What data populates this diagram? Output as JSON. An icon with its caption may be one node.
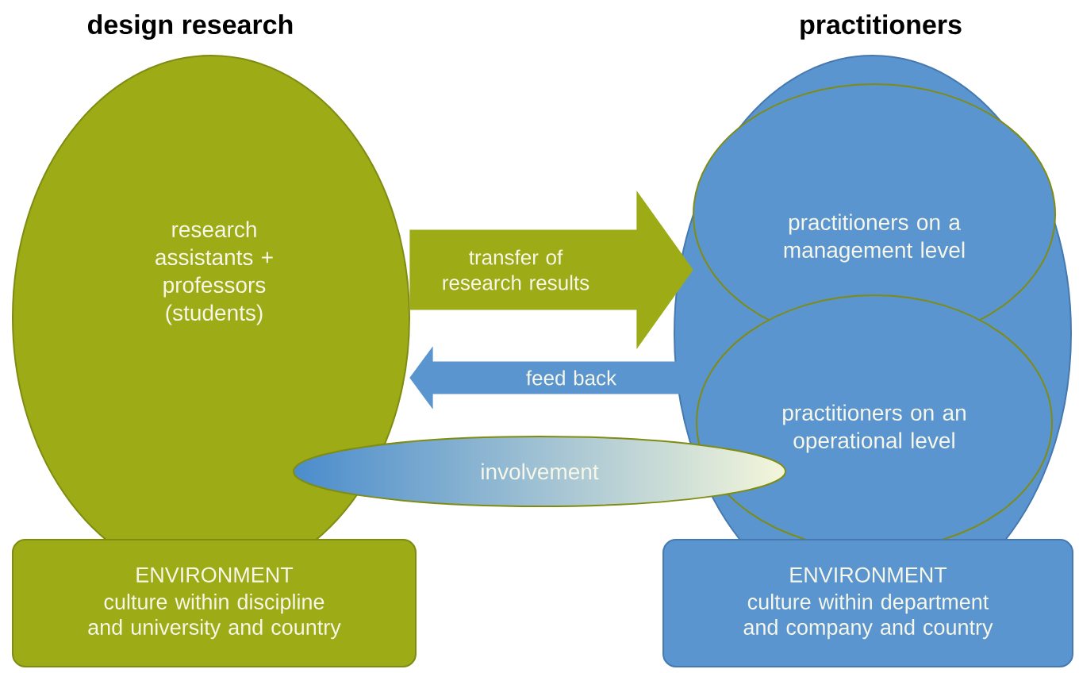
{
  "diagram": {
    "nodes": [
      {
        "text": [
          "design research",
          "research assistants + professors (students)"
        ]
      },
      {
        "text": [
          "practitioners"
        ]
      },
      {
        "text": [
          "practitioners on a management level"
        ],
        "in": 1
      },
      {
        "text": [
          "practitioners on an operational level"
        ],
        "in": 1
      },
      {
        "text": [
          "involvement"
        ]
      },
      {
        "text": [
          "ENVIRONMENT",
          "culture within discipline and university and country"
        ]
      },
      {
        "text": [
          "ENVIRONMENT",
          "culture within department and company and country"
        ]
      }
    ],
    "edges": [
      {
        "from": 0,
        "to": 2,
        "arrow": "to",
        "label": "transfer of research results",
        "color": "#9cab16"
      },
      {
        "from": 3,
        "to": 0,
        "arrow": "to",
        "label": "feed back",
        "color": "#5b95cf"
      }
    ]
  }
}
